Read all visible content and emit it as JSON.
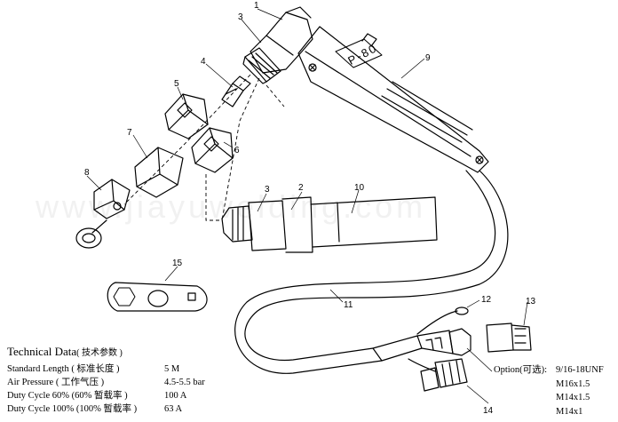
{
  "torch_label": "P-80",
  "callouts": [
    "1",
    "2",
    "3",
    "4",
    "5",
    "6",
    "7",
    "8",
    "9",
    "10",
    "11",
    "12",
    "13",
    "14",
    "15"
  ],
  "callouts_lower": {
    "c3": "3",
    "c2": "2",
    "c10": "10"
  },
  "technical_data": {
    "title": "Technical Data",
    "title_zh": "( 技术参数 )",
    "rows": [
      {
        "label": "Standard Length ( 标准长度 )",
        "value": "5 M"
      },
      {
        "label": "Air Pressure ( 工作气压 )",
        "value": "4.5-5.5 bar"
      },
      {
        "label": "Duty Cycle 60% (60% 暂载率 )",
        "value": "100 A"
      },
      {
        "label": "Duty Cycle 100% (100% 暂载率 )",
        "value": "63 A"
      }
    ]
  },
  "option": {
    "label": "Option(可选):",
    "values": [
      "9/16-18UNF",
      "M16x1.5",
      "M14x1.5",
      "M14x1"
    ]
  },
  "watermark": "www.jiayuwelding.com"
}
